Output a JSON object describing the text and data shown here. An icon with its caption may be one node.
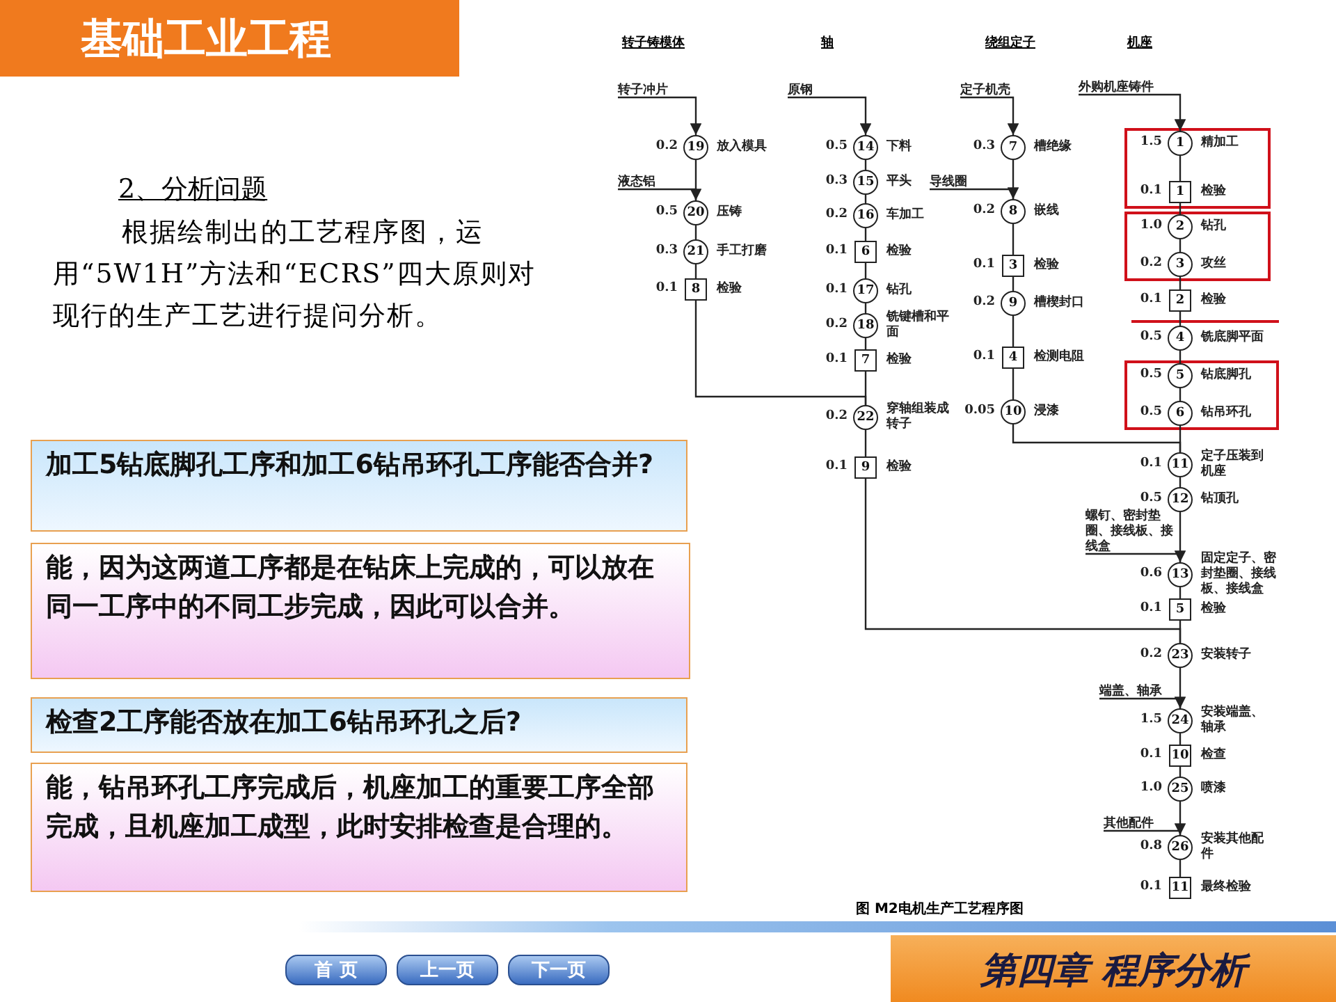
{
  "diagram": {
    "title": "基础工业工程",
    "caption": "图 M2电机生产工艺程序图",
    "nodes": [
      {
        "text": [
          "加工5钻底脚孔工序和加工6钻吊环孔工序能否合并?"
        ]
      },
      {
        "text": [
          "能，因为这两道工序都是在钻床上完成的，可以放在同一工序中的不同工步完成，因此可以合并。"
        ]
      },
      {
        "text": [
          "检查2工序能否放在加工6钻吊环孔之后?"
        ]
      },
      {
        "text": [
          "能，钻吊环孔工序完成后，机座加工的重要工序全部完成，且机座加工成型，此时安排检查是合理的。"
        ]
      },
      {
        "text": [
          "转子冲片"
        ]
      },
      {
        "text": [
          "19"
        ],
        "beside": [
          "0.2",
          "放入模具"
        ]
      },
      {
        "text": [
          "液态铝"
        ]
      },
      {
        "text": [
          "20"
        ],
        "beside": [
          "0.5",
          "压铸"
        ]
      },
      {
        "text": [
          "21"
        ],
        "beside": [
          "0.3",
          "手工打磨"
        ]
      },
      {
        "text": [
          "8"
        ],
        "beside": [
          "0.1",
          "检验"
        ]
      },
      {
        "text": [
          "原钢"
        ]
      },
      {
        "text": [
          "14"
        ],
        "beside": [
          "0.5",
          "下料"
        ]
      },
      {
        "text": [
          "15"
        ],
        "beside": [
          "0.3",
          "平头"
        ]
      },
      {
        "text": [
          "16"
        ],
        "beside": [
          "0.2",
          "车加工"
        ]
      },
      {
        "text": [
          "6"
        ],
        "beside": [
          "0.1",
          "检验"
        ]
      },
      {
        "text": [
          "17"
        ],
        "beside": [
          "0.1",
          "钻孔"
        ]
      },
      {
        "text": [
          "18"
        ],
        "beside": [
          "0.2",
          "铣键槽和平面"
        ]
      },
      {
        "text": [
          "7"
        ],
        "beside": [
          "0.1",
          "检验"
        ]
      },
      {
        "text": [
          "22"
        ],
        "beside": [
          "0.2",
          "穿轴组装成转子"
        ]
      },
      {
        "text": [
          "9"
        ],
        "beside": [
          "0.1",
          "检验"
        ]
      },
      {
        "text": [
          "定子机壳"
        ]
      },
      {
        "text": [
          "7"
        ],
        "beside": [
          "0.3",
          "槽绝缘"
        ]
      },
      {
        "text": [
          "导线圈"
        ]
      },
      {
        "text": [
          "8"
        ],
        "beside": [
          "0.2",
          "嵌线"
        ]
      },
      {
        "text": [
          "3"
        ],
        "beside": [
          "0.1",
          "检验"
        ]
      },
      {
        "text": [
          "9"
        ],
        "beside": [
          "0.2",
          "槽楔封口"
        ]
      },
      {
        "text": [
          "4"
        ],
        "beside": [
          "0.1",
          "检测电阻"
        ]
      },
      {
        "text": [
          "10"
        ],
        "beside": [
          "0.05",
          "浸漆"
        ]
      },
      {
        "text": [
          "外购机座铸件"
        ]
      },
      {
        "text": [],
        "shape": "box"
      },
      {
        "text": [
          "1"
        ],
        "beside": [
          "1.5",
          "精加工"
        ],
        "in": 29
      },
      {
        "text": [
          "1"
        ],
        "beside": [
          "0.1",
          "检验"
        ],
        "in": 29
      },
      {
        "text": [],
        "shape": "box"
      },
      {
        "text": [
          "2"
        ],
        "beside": [
          "1.0",
          "钻孔"
        ],
        "in": 32
      },
      {
        "text": [
          "3"
        ],
        "beside": [
          "0.2",
          "攻丝"
        ],
        "in": 32
      },
      {
        "text": [
          "2"
        ],
        "beside": [
          "0.1",
          "检验"
        ]
      },
      {
        "text": [
          "4"
        ],
        "beside": [
          "0.5",
          "铣底脚平面"
        ]
      },
      {
        "text": [],
        "shape": "box"
      },
      {
        "text": [
          "5"
        ],
        "beside": [
          "0.5",
          "钻底脚孔"
        ],
        "in": 37
      },
      {
        "text": [
          "6"
        ],
        "beside": [
          "0.5",
          "钻吊环孔"
        ],
        "in": 37
      },
      {
        "text": [
          "11"
        ],
        "beside": [
          "0.1",
          "定子压装到机座"
        ]
      },
      {
        "text": [
          "12"
        ],
        "beside": [
          "0.5",
          "钻顶孔"
        ]
      },
      {
        "text": [
          "螺钉、密封垫圈、接线板、接线盒"
        ]
      },
      {
        "text": [
          "13"
        ],
        "beside": [
          "0.6",
          "固定定子、密封垫圈、接线板、接线盒"
        ]
      },
      {
        "text": [
          "5"
        ],
        "beside": [
          "0.1",
          "检验"
        ]
      },
      {
        "text": [
          "23"
        ],
        "beside": [
          "0.2",
          "安装转子"
        ]
      },
      {
        "text": [
          "端盖、轴承"
        ]
      },
      {
        "text": [
          "24"
        ],
        "beside": [
          "1.5",
          "安装端盖、轴承"
        ]
      },
      {
        "text": [
          "10"
        ],
        "beside": [
          "0.1",
          "检查"
        ]
      },
      {
        "text": [
          "25"
        ],
        "beside": [
          "1.0",
          "喷漆"
        ]
      },
      {
        "text": [
          "其他配件"
        ]
      },
      {
        "text": [
          "26"
        ],
        "beside": [
          "0.8",
          "安装其他配件"
        ]
      },
      {
        "text": [
          "11"
        ],
        "beside": [
          "0.1",
          "最终检验"
        ]
      }
    ],
    "edges": [
      {
        "from": 4,
        "to": 5,
        "arrow": "to"
      },
      {
        "from": 6,
        "to": 7,
        "arrow": "to"
      },
      {
        "from": 5,
        "to": 7,
        "arrow": "none"
      },
      {
        "from": 7,
        "to": 8,
        "arrow": "none"
      },
      {
        "from": 8,
        "to": 9,
        "arrow": "none"
      },
      {
        "from": 9,
        "to": 18,
        "arrow": "none"
      },
      {
        "from": 10,
        "to": 11,
        "arrow": "to"
      },
      {
        "from": 11,
        "to": 12,
        "arrow": "none"
      },
      {
        "from": 12,
        "to": 13,
        "arrow": "none"
      },
      {
        "from": 13,
        "to": 14,
        "arrow": "none"
      },
      {
        "from": 14,
        "to": 15,
        "arrow": "none"
      },
      {
        "from": 15,
        "to": 16,
        "arrow": "none"
      },
      {
        "from": 16,
        "to": 17,
        "arrow": "none"
      },
      {
        "from": 17,
        "to": 18,
        "arrow": "none"
      },
      {
        "from": 18,
        "to": 19,
        "arrow": "none"
      },
      {
        "from": 19,
        "to": 45,
        "arrow": "none"
      },
      {
        "from": 20,
        "to": 21,
        "arrow": "to"
      },
      {
        "from": 22,
        "to": 23,
        "arrow": "to"
      },
      {
        "from": 21,
        "to": 23,
        "arrow": "none"
      },
      {
        "from": 23,
        "to": 24,
        "arrow": "none"
      },
      {
        "from": 24,
        "to": 25,
        "arrow": "none"
      },
      {
        "from": 25,
        "to": 26,
        "arrow": "none"
      },
      {
        "from": 26,
        "to": 27,
        "arrow": "none"
      },
      {
        "from": 27,
        "to": 40,
        "arrow": "none"
      },
      {
        "from": 28,
        "to": 30,
        "arrow": "to"
      },
      {
        "from": 30,
        "to": 31,
        "arrow": "none"
      },
      {
        "from": 31,
        "to": 33,
        "arrow": "none"
      },
      {
        "from": 33,
        "to": 34,
        "arrow": "none"
      },
      {
        "from": 34,
        "to": 35,
        "arrow": "none"
      },
      {
        "from": 35,
        "to": 36,
        "arrow": "none"
      },
      {
        "from": 36,
        "to": 38,
        "arrow": "none"
      },
      {
        "from": 38,
        "to": 39,
        "arrow": "none"
      },
      {
        "from": 39,
        "to": 40,
        "arrow": "none"
      },
      {
        "from": 40,
        "to": 41,
        "arrow": "none"
      },
      {
        "from": 42,
        "to": 43,
        "arrow": "to"
      },
      {
        "from": 41,
        "to": 43,
        "arrow": "none"
      },
      {
        "from": 43,
        "to": 44,
        "arrow": "none"
      },
      {
        "from": 44,
        "to": 45,
        "arrow": "none"
      },
      {
        "from": 46,
        "to": 47,
        "arrow": "to"
      },
      {
        "from": 45,
        "to": 47,
        "arrow": "none"
      },
      {
        "from": 47,
        "to": 48,
        "arrow": "none"
      },
      {
        "from": 48,
        "to": 49,
        "arrow": "none"
      },
      {
        "from": 50,
        "to": 51,
        "arrow": "to"
      },
      {
        "from": 49,
        "to": 51,
        "arrow": "none"
      },
      {
        "from": 51,
        "to": 52,
        "arrow": "none"
      }
    ],
    "labels": [
      "2、分析问题",
      "根据绘制出的工艺程序图，运用“5W1H”方法和“ECRS”四大原则对现行的生产工艺进行提问分析。",
      "转子铸模体",
      "轴",
      "绕组定子",
      "机座",
      "首 页",
      "上一页",
      "下一页",
      "第四章 程序分析"
    ]
  }
}
